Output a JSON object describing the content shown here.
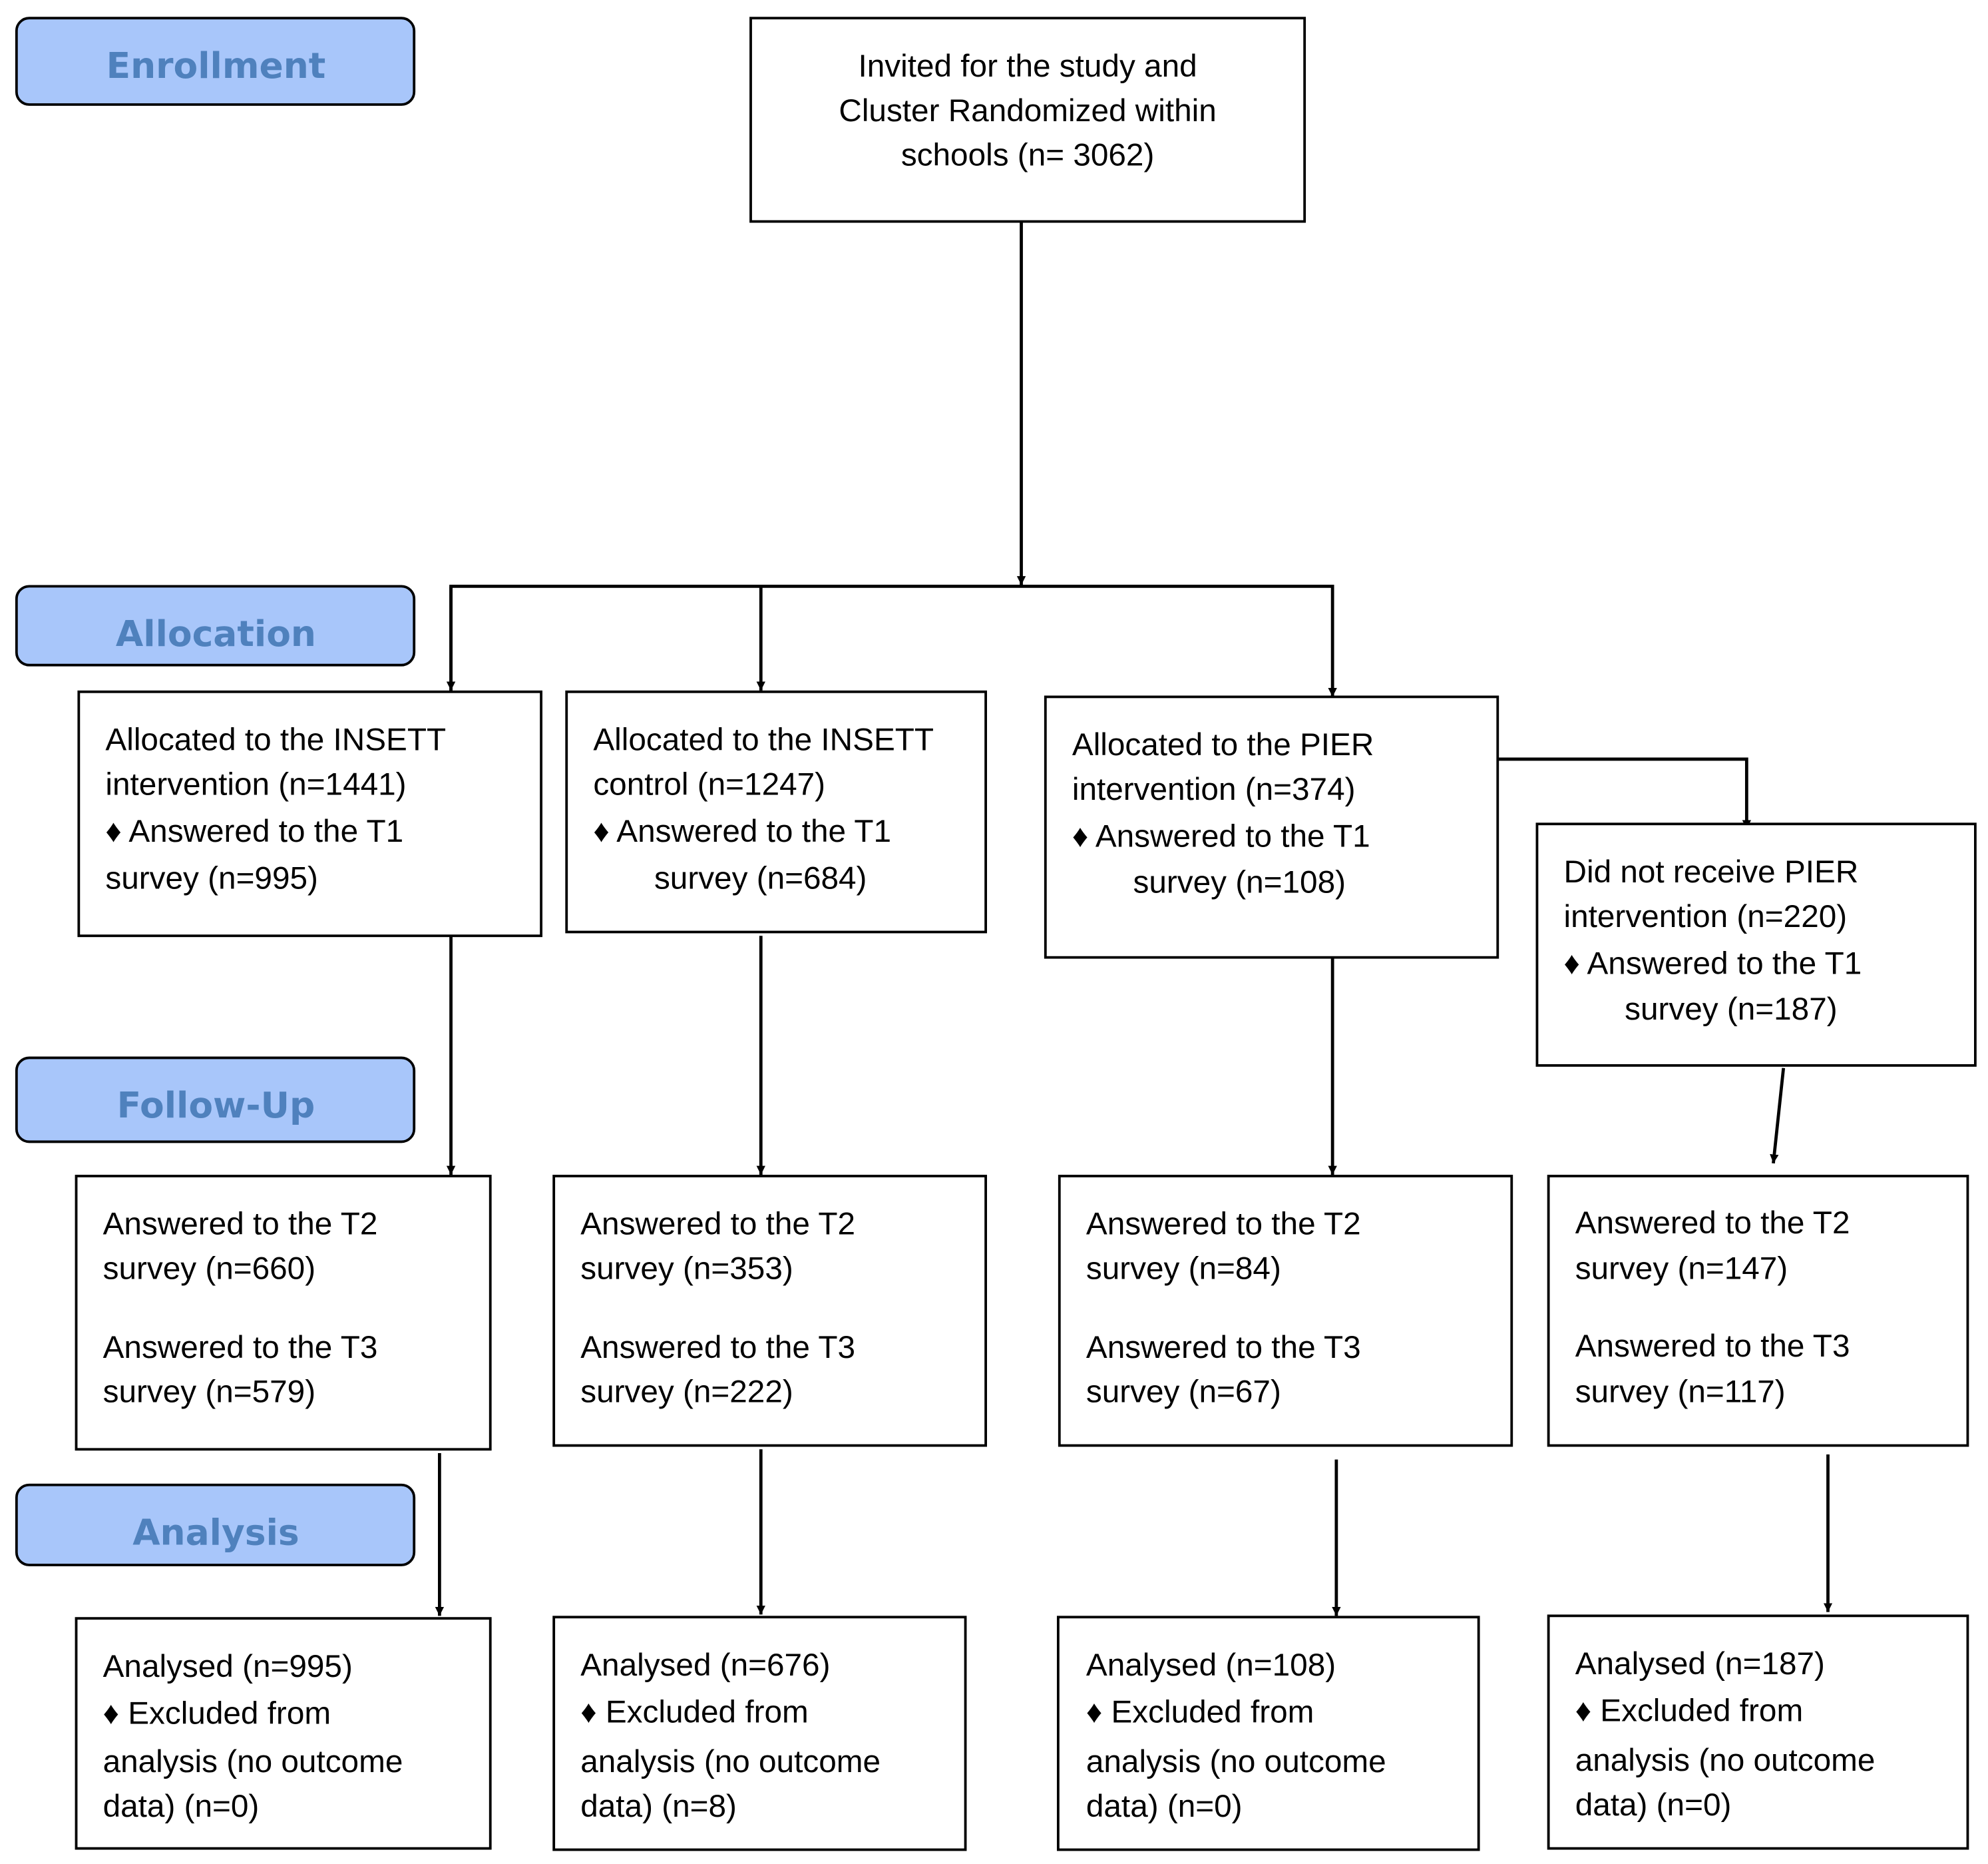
{
  "stages": [
    "Enrollment",
    "Allocation",
    "Follow-Up",
    "Analysis"
  ],
  "boxes": {
    "invited": [
      "Invited for the study and",
      "Cluster Randomized within",
      "schools (n= 3062)"
    ],
    "alloc_insett_intervention": [
      "Allocated to the INSETT",
      "intervention (n=1441)",
      "♦ Answered to the T1",
      "survey (n=995)"
    ],
    "alloc_insett_control": [
      "Allocated to the INSETT",
      "control (n=1247)",
      "♦  Answered to the T1",
      "survey (n=684)"
    ],
    "alloc_pier_intervention": [
      "Allocated to the PIER",
      "intervention (n=374)",
      "♦ Answered to the T1",
      "survey (n=108)"
    ],
    "pier_not_received": [
      "Did not receive PIER",
      "intervention (n=220)",
      "♦ Answered to the T1",
      "survey (n=187)"
    ],
    "followup_insett_intervention": [
      "Answered to the T2",
      "survey (n=660)",
      "Answered to the T3",
      "survey (n=579)"
    ],
    "followup_insett_control": [
      "Answered to the T2",
      "survey (n=353)",
      "Answered to the T3",
      "survey (n=222)"
    ],
    "followup_pier_intervention": [
      "Answered to the T2",
      "survey (n=84)",
      "Answered to the T3",
      "survey (n=67)"
    ],
    "followup_pier_not_received": [
      "Answered to the T2",
      "survey (n=147)",
      "Answered to the T3",
      "survey (n=117)"
    ],
    "analysis_insett_intervention": [
      "Analysed (n=995)",
      "♦ Excluded from",
      "analysis (no outcome",
      "data) (n=0)"
    ],
    "analysis_insett_control": [
      "Analysed (n=676)",
      "♦ Excluded from",
      "analysis (no outcome",
      "data) (n=8)"
    ],
    "analysis_pier_intervention": [
      "Analysed (n=108)",
      "♦ Excluded from",
      "analysis (no outcome",
      "data) (n=0)"
    ],
    "analysis_pier_not_received": [
      "Analysed (n=187)",
      "♦ Excluded from",
      "analysis (no outcome",
      "data) (n=0)"
    ]
  }
}
